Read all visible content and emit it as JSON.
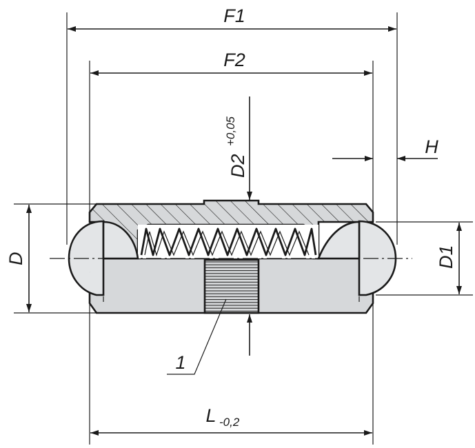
{
  "labels": {
    "f1": "F1",
    "f2": "F2",
    "d2_main": "D2",
    "d2_tolerance": "+0,05",
    "h": "H",
    "d": "D",
    "d1": "D1",
    "part_number": "1",
    "l_main": "L",
    "l_tolerance": "-0,2"
  },
  "colors": {
    "body_fill": "#d6d8da",
    "ball_fill": "#e3e5e7",
    "line": "#1a1a1a",
    "background": "#ffffff"
  }
}
